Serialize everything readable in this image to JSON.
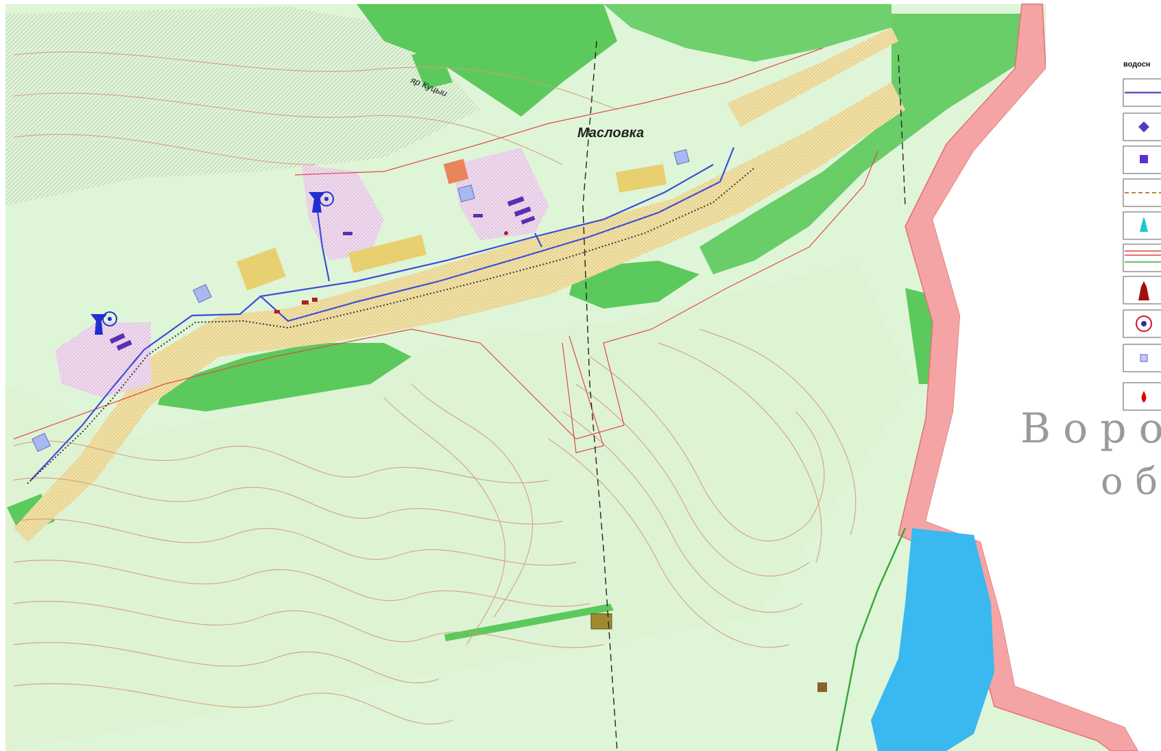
{
  "map": {
    "settlement_label": "Масловка",
    "ravine_label": "яр Куцыи",
    "region_label_line1": "Воро",
    "region_label_line2": "об"
  },
  "legend": {
    "title": "водосн",
    "items": [
      {
        "icon": "purple-line-icon",
        "color": "#6a4fc2"
      },
      {
        "icon": "diamond-icon",
        "color": "#4b3fbf"
      },
      {
        "icon": "square-icon",
        "color": "#5a2fcf"
      },
      {
        "icon": "dashed-line-icon",
        "color": "#b08a3a"
      },
      {
        "icon": "tower-icon",
        "color": "#1ec8c8"
      },
      {
        "icon": "red-green-lines-icon",
        "color": "#e04040"
      },
      {
        "icon": "water-tower-icon",
        "color": "#a01010"
      },
      {
        "icon": "target-circle-icon",
        "color": "#d01030"
      },
      {
        "icon": "dot-square-icon",
        "color": "#5b5bd6"
      },
      {
        "icon": "drop-icon",
        "color": "#e00000"
      }
    ]
  },
  "colors": {
    "background": "#dff5d8",
    "forest": "#5cc95c",
    "settlement": "#f3e3b0",
    "water_pipe": "#3a4fd8",
    "border": "#f4a4a4",
    "lake": "#3ab8f0",
    "contour": "#d29a7a"
  }
}
